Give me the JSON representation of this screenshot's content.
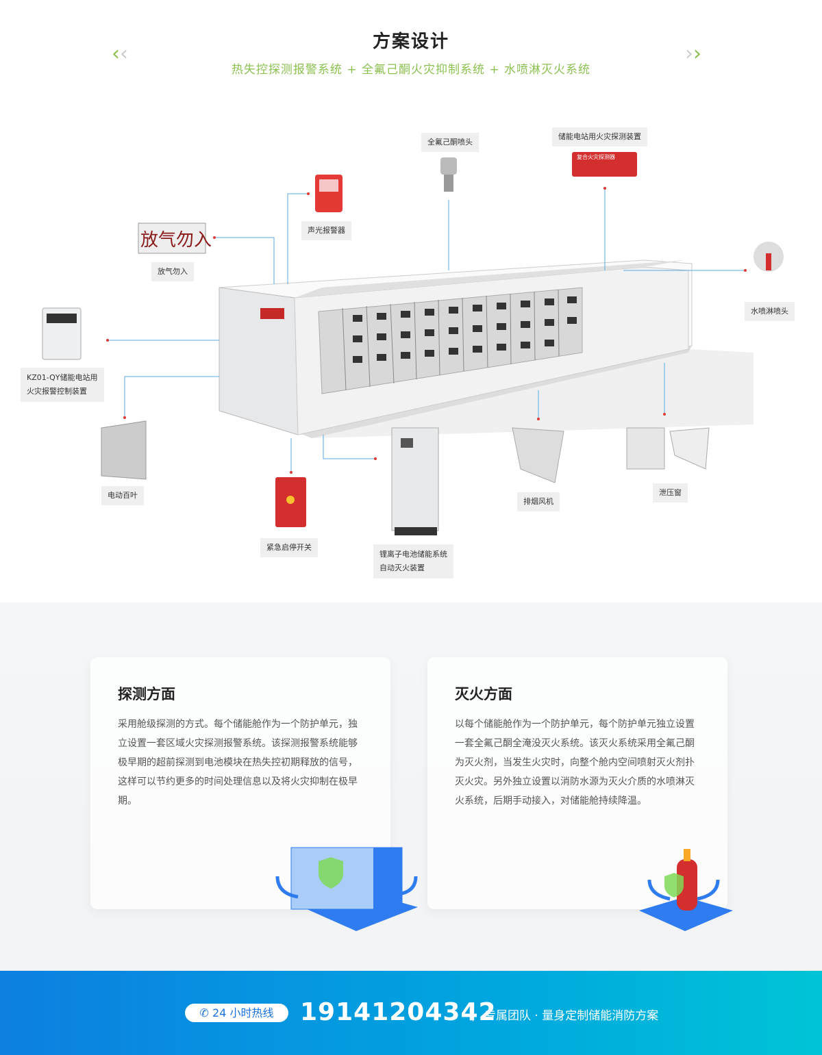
{
  "header": {
    "title": "方案设计",
    "subtitle": "热失控探测报警系统 + 全氟己酮火灾抑制系统 + 水喷淋灭火系统",
    "prev_icon": "double-chevron-left",
    "next_icon": "double-chevron-right",
    "accent": "#8cc152"
  },
  "diagram": {
    "labels": {
      "nozzle": "全氟己酮喷头",
      "detector": "储能电站用火灾探测装置",
      "alarm": "声光报警器",
      "sign_label": "放气勿入",
      "sprinkler": "水喷淋喷头",
      "panel_line1": "KZ01-QY储能电站用",
      "panel_line2": "火灾报警控制装置",
      "louver": "电动百叶",
      "estop": "紧急启停开关",
      "cabinet_line1": "锂离子电池储能系统",
      "cabinet_line2": "自动灭火装置",
      "fan": "排烟风机",
      "vent": "泄压窗"
    },
    "sign_text": "放气勿入",
    "detector_text": "复合火灾探测器"
  },
  "cards": [
    {
      "title": "探测方面",
      "text": "采用舱级探测的方式。每个储能舱作为一个防护单元，独立设置一套区域火灾探测报警系统。该探测报警系统能够极早期的超前探测到电池模块在热失控初期释放的信号，这样可以节约更多的时间处理信息以及将火灾抑制在极早期。"
    },
    {
      "title": "灭火方面",
      "text": "以每个储能舱作为一个防护单元，每个防护单元独立设置一套全氟己酮全淹没灭火系统。该灭火系统采用全氟己酮为灭火剂，当发生火灾时，向整个舱内空间喷射灭火剂扑灭火灾。另外独立设置以消防水源为灭火介质的水喷淋灭火系统，后期手动接入，对储能舱持续降温。"
    }
  ],
  "footer": {
    "hotline_label": "24 小时热线",
    "phone": "19141204342",
    "slogan": "专属团队 · 量身定制储能消防方案",
    "phone_icon": "phone-icon"
  }
}
